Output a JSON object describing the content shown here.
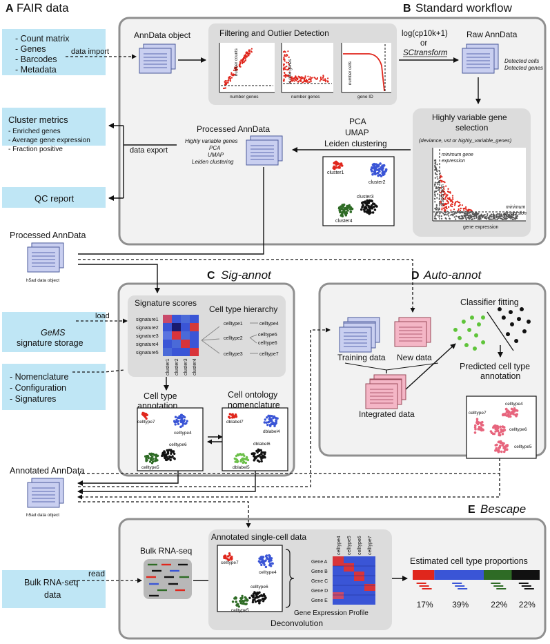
{
  "sections": {
    "a": {
      "letter": "A",
      "title": "FAIR data"
    },
    "b": {
      "letter": "B",
      "title": "Standard workflow"
    },
    "c": {
      "letter": "C",
      "title": "Sig-annot"
    },
    "d": {
      "letter": "D",
      "title": "Auto-annot"
    },
    "e": {
      "letter": "E",
      "title": "Bescape"
    }
  },
  "fair_inputs": [
    "- Count matrix",
    "- Genes",
    "- Barcodes",
    "- Metadata"
  ],
  "data_import": "data import",
  "data_export": "data export",
  "cluster_metrics": {
    "title": "Cluster metrics",
    "items": [
      "- Enriched genes",
      "- Average gene expression",
      "- Fraction positive"
    ]
  },
  "qc_report": "QC report",
  "anndata_object": "AnnData object",
  "filtering": {
    "title": "Filtering and Outlier Detection",
    "plot1": {
      "x": "number genes",
      "y": "number counts"
    },
    "plot2": {
      "x": "number genes",
      "y": "% mito genes"
    },
    "plot3": {
      "x": "gene ID",
      "y": "number cells"
    }
  },
  "normalization": {
    "line1": "log(cp10k+1)",
    "line2": "or",
    "line3": "SCtransform"
  },
  "raw_anndata": {
    "title": "Raw AnnData",
    "line1": "Detected cells",
    "line2": "Detected genes"
  },
  "hvg": {
    "title1": "Highly variable gene",
    "title2": "selection",
    "subtitle": "(deviance, vst or highly_variable_genes)",
    "min_expr1": "minimum gene",
    "min_expr2": "expression",
    "min_disp1": "minimum",
    "min_disp2": "dispersion",
    "x": "gene expression",
    "y": "dispersion"
  },
  "pca_steps": [
    "PCA",
    "UMAP",
    "Leiden clustering"
  ],
  "clusters": [
    "cluster1",
    "cluster2",
    "cluster3",
    "cluster4"
  ],
  "processed_anndata": {
    "title": "Processed AnnData",
    "items": [
      "Highly variable genes",
      "PCA",
      "UMAP",
      "Leiden clustering"
    ]
  },
  "processed_anndata_left": "Processed AnnData",
  "h5ad_label": "h5ad data object",
  "annotated_anndata": "Annotated AnnData",
  "gems": {
    "line1": "GeMS",
    "line2": "signature storage",
    "load": "load"
  },
  "config_items": [
    "- Nomenclature",
    "- Configuration",
    "- Signatures"
  ],
  "signature_scores": {
    "title": "Signature scores",
    "rows": [
      "signature1",
      "signature2",
      "signature3",
      "signature4",
      "signature5"
    ],
    "cols": [
      "cluster1",
      "cluster2",
      "cluster3",
      "cluster4"
    ]
  },
  "hierarchy": {
    "title": "Cell type hierarchy",
    "level1": [
      "celltype1",
      "celltype2",
      "celltype3"
    ],
    "level2": [
      "celltype4",
      "celltype5",
      "celltype6",
      "celltype7"
    ]
  },
  "cell_type_annotation": {
    "title1": "Cell type",
    "title2": "annotation",
    "labels": [
      "celltype7",
      "celltype4",
      "celltype6",
      "celltype5"
    ]
  },
  "ontology": {
    "title1": "Cell ontology",
    "title2": "nomenclature",
    "labels": [
      "dblabel7",
      "dblabel4",
      "dblabel6",
      "dblabel5"
    ]
  },
  "auto": {
    "training": "Training data",
    "new": "New data",
    "integrated": "Integrated data",
    "classifier": "Classifier fitting",
    "predicted1": "Predicted cell type",
    "predicted2": "annotation",
    "labels": [
      "celltype7",
      "celltype4",
      "celltype6",
      "celltype5"
    ]
  },
  "bescape": {
    "bulk_title": "Bulk RNA-seq",
    "bulk_input1": "Bulk RNA-seq",
    "bulk_input2": "data",
    "read": "read",
    "annotated_sc": "Annotated single-cell data",
    "sc_labels": [
      "celltype7",
      "celltype4",
      "celltype6",
      "celltype5"
    ],
    "gep_cols": [
      "celltype4",
      "celltype5",
      "celltype6",
      "celltype7"
    ],
    "genes": [
      "Gene A",
      "Gene B",
      "Gene C",
      "Gene D",
      "Gene E"
    ],
    "gep_title": "Gene Expression Profile",
    "deconvolution": "Deconvolution",
    "proportions_title": "Estimated cell type proportions",
    "proportions": [
      {
        "label": "17%",
        "value": 17,
        "color": "#e0261c"
      },
      {
        "label": "39%",
        "value": 39,
        "color": "#3a55d6"
      },
      {
        "label": "22%",
        "value": 22,
        "color": "#2e6b25"
      },
      {
        "label": "22%",
        "value": 22,
        "color": "#111111"
      }
    ]
  },
  "colors": {
    "red": "#e0261c",
    "blue": "#3a55d6",
    "black": "#111111",
    "green": "#2e6b25",
    "pink": "#e7657d",
    "lightgreen": "#6cc04a"
  }
}
